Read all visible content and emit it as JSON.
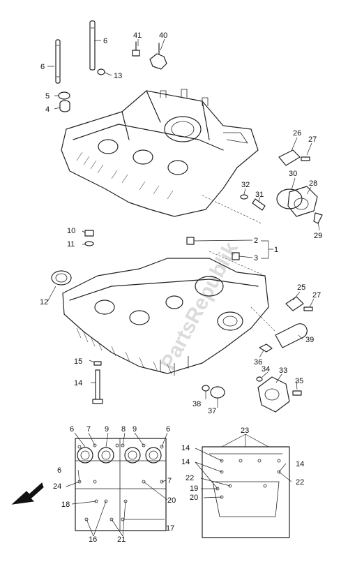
{
  "watermark": "PartsRepublik",
  "callouts": {
    "c1": "1",
    "c2": "2",
    "c3": "3",
    "c4": "4",
    "c5": "5",
    "c6a": "6",
    "c6b": "6",
    "c10": "10",
    "c11": "11",
    "c12": "12",
    "c13": "13",
    "c14": "14",
    "c15": "15",
    "c25": "25",
    "c26": "26",
    "c27a": "27",
    "c27b": "27",
    "c28": "28",
    "c29": "29",
    "c30": "30",
    "c31": "31",
    "c32": "32",
    "c33": "33",
    "c34": "34",
    "c35": "35",
    "c36": "36",
    "c37": "37",
    "c38": "38",
    "c39": "39",
    "c40": "40",
    "c41": "41"
  },
  "sequence": {
    "s6a": "6",
    "s7a": "7",
    "s9a": "9",
    "s8": "8",
    "s9b": "9",
    "s6b": "6",
    "s6c": "6",
    "s7b": "7",
    "s24": "24",
    "s20a": "20",
    "s18": "18",
    "s16": "16",
    "s21": "21",
    "s17": "17",
    "s23": "23",
    "s14a": "14",
    "s14b": "14",
    "s14c": "14",
    "s22a": "22",
    "s19": "19",
    "s20b": "20",
    "s22b": "22"
  },
  "direction_arrow": "arrow-front-icon"
}
